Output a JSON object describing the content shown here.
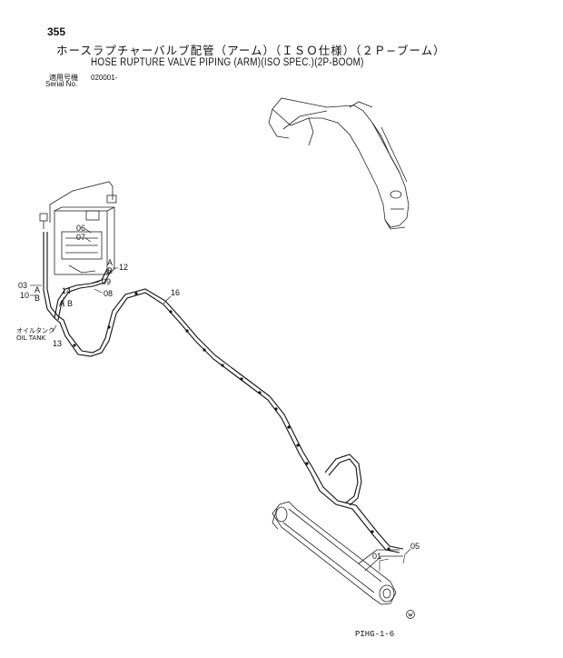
{
  "header": {
    "page_number": "355",
    "title_jp": "ホースラプチャーバルブ配管（アーム）（ＩＳＯ仕様）（２Ｐ−ブーム）",
    "title_en": "HOSE RUPTURE VALVE PIPING (ARM)(ISO SPEC.)(2P-BOOM)",
    "serial_label_jp": "適用号機",
    "serial_label_en": "Serial No.",
    "serial_value": "020001-"
  },
  "callouts": {
    "c03": "03",
    "c10": "10",
    "c06": "06",
    "c07": "07",
    "c12": "12",
    "c09": "09",
    "c08": "08",
    "c14": "14",
    "c16": "16",
    "c13": "13",
    "c01": "01",
    "c05": "05",
    "a1": "A",
    "b1": "B",
    "a2": "A",
    "b2": "B",
    "a3": "A",
    "b3": "B"
  },
  "oil_tank": {
    "label_jp": "オイルタンク",
    "label_en": "OIL TANK"
  },
  "footer": {
    "code": "PIHG-1-6"
  }
}
